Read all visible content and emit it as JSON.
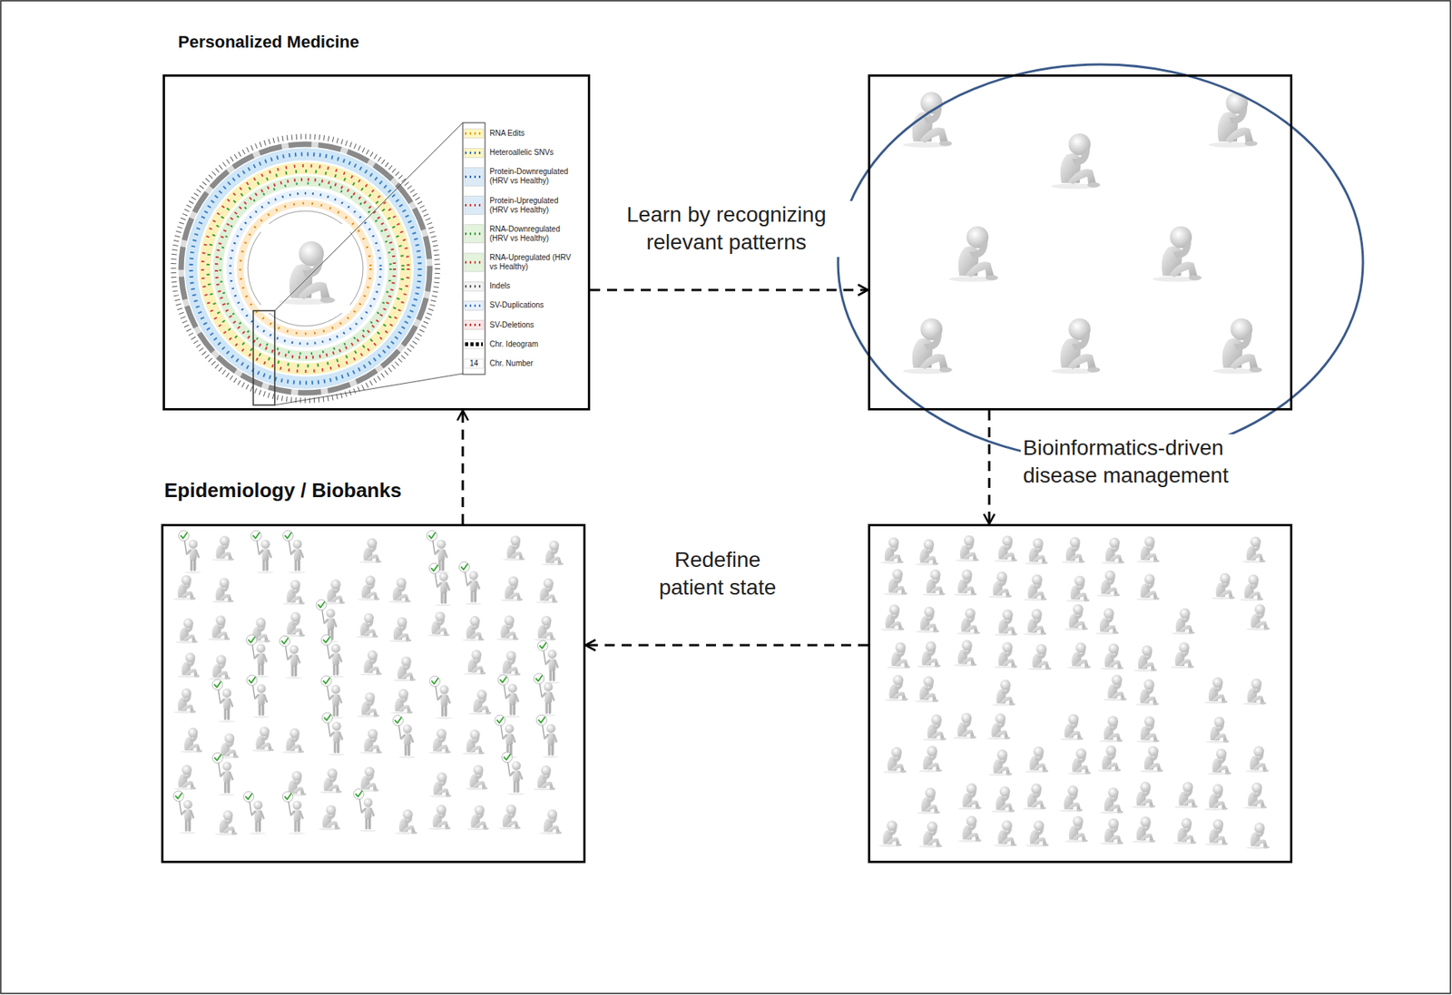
{
  "diagram": {
    "nodes": [
      {
        "text": [
          "Personalized Medicine"
        ]
      },
      {
        "text": []
      },
      {
        "text": [
          "Epidemiology / Biobanks"
        ]
      },
      {
        "text": []
      }
    ],
    "edges": [
      {
        "from": 0,
        "to": 1,
        "label": "Learn by recognizing relevant patterns",
        "arrow": "to"
      },
      {
        "from": 1,
        "to": 3,
        "label": "Bioinformatics-driven disease management",
        "arrow": "to"
      },
      {
        "from": 3,
        "to": 2,
        "label": "Redefine patient state",
        "arrow": "to"
      },
      {
        "from": 2,
        "to": 0,
        "arrow": "to"
      }
    ],
    "labels": [
      "14"
    ],
    "legend": [
      {
        "text": "RNA Edits"
      },
      {
        "text": "Heteroallelic SNVs"
      },
      {
        "text": "Protein-Downregulated (HRV vs Healthy)"
      },
      {
        "text": "Protein-Upregulated (HRV vs Healthy)"
      },
      {
        "text": "RNA-Downregulated (HRV vs Healthy)"
      },
      {
        "text": "RNA-Upregulated (HRV vs Healthy)"
      },
      {
        "text": "Indels"
      },
      {
        "text": "SV-Duplications"
      },
      {
        "text": "SV-Deletions"
      },
      {
        "text": "Chr. Ideogram"
      },
      {
        "text": "Chr. Number"
      }
    ]
  }
}
